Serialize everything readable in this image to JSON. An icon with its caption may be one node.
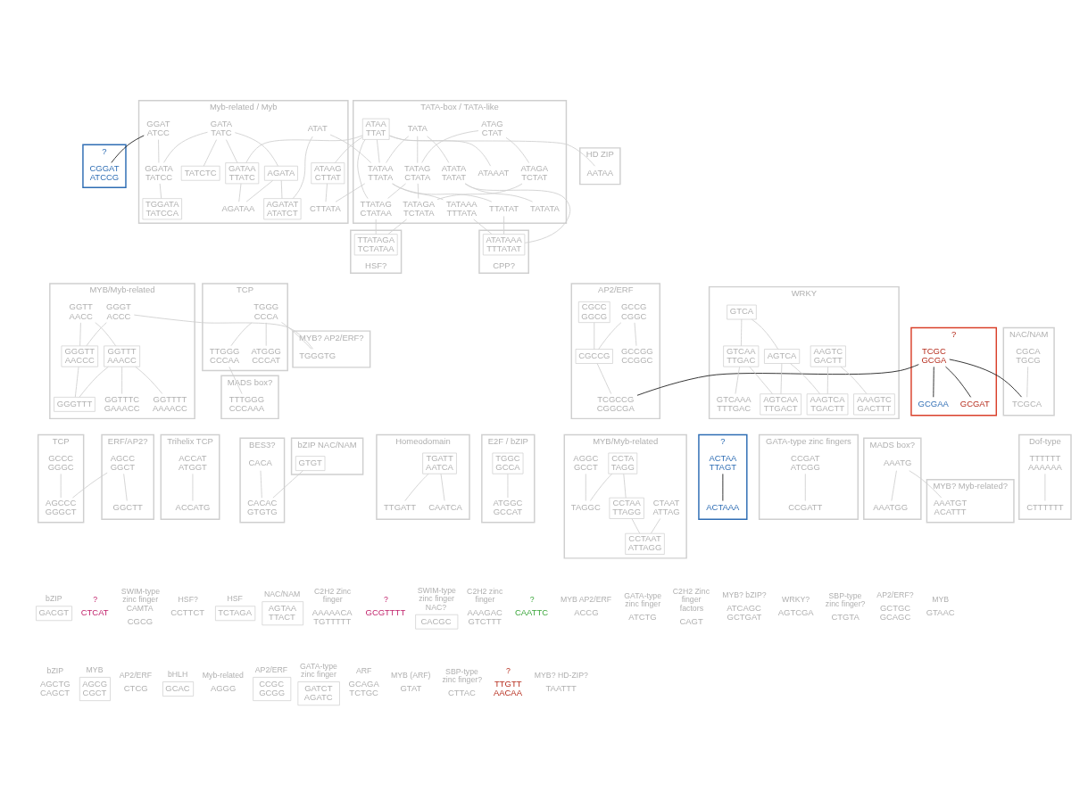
{
  "diagram": {
    "nodes": [
      {
        "text": [
          "?"
        ]
      },
      {
        "text": [
          "CGGAT ATCCG"
        ],
        "in": 0
      },
      {
        "text": [
          "Myb-related / Myb"
        ]
      },
      {
        "text": [
          "GGAT ATCC"
        ],
        "in": 2
      },
      {
        "text": [
          "GATA TATC"
        ],
        "in": 2
      },
      {
        "text": [
          "ATAT"
        ],
        "in": 2
      },
      {
        "text": [
          "GGATA TATCC"
        ],
        "in": 2
      },
      {
        "text": [
          "AGATA"
        ],
        "in": 2
      },
      {
        "text": [
          "GATAA TTATC"
        ],
        "in": 2
      },
      {
        "text": [
          "ATAAG CTTAT"
        ],
        "in": 2
      },
      {
        "text": [
          "TGGATA TATCCA"
        ],
        "in": 2
      },
      {
        "text": [
          "TATCTC"
        ],
        "in": 2
      },
      {
        "text": [
          "AGATAT ATATCT"
        ],
        "in": 2
      },
      {
        "text": [
          "AGATAA"
        ],
        "in": 2
      },
      {
        "text": [
          "CTTATA"
        ],
        "in": 2
      },
      {
        "text": [
          "HD ZIP"
        ]
      },
      {
        "text": [
          "AATAA"
        ],
        "in": 15
      },
      {
        "text": [
          "TATA-box / TATA-like"
        ]
      },
      {
        "text": [
          "ATAAAT"
        ],
        "in": 17
      },
      {
        "text": [
          "ATAA TTAT"
        ],
        "in": 17
      },
      {
        "text": [
          "TATA"
        ],
        "in": 17
      },
      {
        "text": [
          "ATAG CTAT"
        ],
        "in": 17
      },
      {
        "text": [
          "TATAA TTATA"
        ],
        "in": 17
      },
      {
        "text": [
          "ATATA TATAT"
        ],
        "in": 17
      },
      {
        "text": [
          "TATAG CTATA"
        ],
        "in": 17
      },
      {
        "text": [
          "ATAGA TCTAT"
        ],
        "in": 17
      },
      {
        "text": [
          "TTATAT"
        ],
        "in": 17
      },
      {
        "text": [
          "TATAAA TTTATA"
        ],
        "in": 17
      },
      {
        "text": [
          "TATATA"
        ],
        "in": 17
      },
      {
        "text": [
          "TTATAG CTATAA"
        ],
        "in": 17
      },
      {
        "text": [
          "TATAGA TCTATA"
        ],
        "in": 17
      },
      {
        "text": [
          "CPP?"
        ]
      },
      {
        "text": [
          "ATATAAA TTTATAT"
        ],
        "in": 31
      },
      {
        "text": [
          "HSF?"
        ]
      },
      {
        "text": [
          "TTATAGA TCTATAA"
        ],
        "in": 33
      },
      {
        "text": [
          "MYB/Myb-related"
        ]
      },
      {
        "text": [
          "GGTT AACC"
        ],
        "in": 35
      },
      {
        "text": [
          "GGGT ACCC"
        ],
        "in": 35
      },
      {
        "text": [
          "GGTTT AAACC"
        ],
        "in": 35
      },
      {
        "text": [
          "GGGTT AACCC"
        ],
        "in": 35
      },
      {
        "text": [
          "GGTTTT AAAACC"
        ],
        "in": 35
      },
      {
        "text": [
          "GGTTTC GAAACC"
        ],
        "in": 35
      },
      {
        "text": [
          "GGGTTT"
        ],
        "in": 35
      },
      {
        "text": [
          "MYB? AP2/ERF?"
        ]
      },
      {
        "text": [
          "TGGGTG"
        ],
        "in": 43
      },
      {
        "text": [
          "MADS box?"
        ]
      },
      {
        "text": [
          "TTTGGG CCCAAA"
        ],
        "in": 45
      },
      {
        "text": [
          "TCP"
        ]
      },
      {
        "text": [
          "TGGG CCCA"
        ],
        "in": 47
      },
      {
        "text": [
          "TTGGG CCCAA"
        ],
        "in": 47
      },
      {
        "text": [
          "ATGGG CCCAT"
        ],
        "in": 47
      },
      {
        "text": [
          "AP2/ERF"
        ]
      },
      {
        "text": [
          "GCCG CGGC"
        ],
        "in": 51
      },
      {
        "text": [
          "CGCC GGCG"
        ],
        "in": 51
      },
      {
        "text": [
          "CGCCG"
        ],
        "in": 51
      },
      {
        "text": [
          "GCCGG CCGGC"
        ],
        "in": 51
      },
      {
        "text": [
          "TCGCCG CGGCGA"
        ],
        "in": 51
      },
      {
        "text": [
          "?"
        ]
      },
      {
        "text": [
          "TCGC GCGA"
        ],
        "in": 57
      },
      {
        "text": [
          "GCGAT"
        ],
        "in": 57
      },
      {
        "text": [
          "GCGAA"
        ],
        "in": 57
      },
      {
        "text": [
          "NAC/NAM"
        ]
      },
      {
        "text": [
          "CGCA TGCG"
        ],
        "in": 61
      },
      {
        "text": [
          "TCGCA"
        ],
        "in": 61
      },
      {
        "text": [
          "WRKY"
        ]
      },
      {
        "text": [
          "GTCA"
        ],
        "in": 64
      },
      {
        "text": [
          "GTCAA TTGAC"
        ],
        "in": 64
      },
      {
        "text": [
          "AGTCA"
        ],
        "in": 64
      },
      {
        "text": [
          "AAGTC GACTT"
        ],
        "in": 64
      },
      {
        "text": [
          "GTCAAA TTTGAC"
        ],
        "in": 64
      },
      {
        "text": [
          "AGTCAA TTGACT"
        ],
        "in": 64
      },
      {
        "text": [
          "AAGTCA TGACTT"
        ],
        "in": 64
      },
      {
        "text": [
          "AAAGTC GACTTT"
        ],
        "in": 64
      },
      {
        "text": [
          "TCP"
        ]
      },
      {
        "text": [
          "GCCC GGGC"
        ],
        "in": 73
      },
      {
        "text": [
          "AGCCC GGGCT"
        ],
        "in": 73
      },
      {
        "text": [
          "ERF/AP2?"
        ]
      },
      {
        "text": [
          "AGCC GGCT"
        ],
        "in": 76
      },
      {
        "text": [
          "GGCTT"
        ],
        "in": 76
      },
      {
        "text": [
          "Trihelix TCP"
        ]
      },
      {
        "text": [
          "ACCAT ATGGT"
        ],
        "in": 79
      },
      {
        "text": [
          "ACCATG"
        ],
        "in": 79
      },
      {
        "text": [
          "BES3?"
        ]
      },
      {
        "text": [
          "CACA"
        ],
        "in": 82
      },
      {
        "text": [
          "CACAC GTGTG"
        ],
        "in": 82
      },
      {
        "text": [
          "bZIP NAC/NAM"
        ]
      },
      {
        "text": [
          "GTGT"
        ],
        "in": 85
      },
      {
        "text": [
          "Homeodomain"
        ]
      },
      {
        "text": [
          "TGATT AATCA"
        ],
        "in": 87
      },
      {
        "text": [
          "TTGATT"
        ],
        "in": 87
      },
      {
        "text": [
          "CAATCA"
        ],
        "in": 87
      },
      {
        "text": [
          "E2F / bZIP"
        ]
      },
      {
        "text": [
          "TGGC GCCA"
        ],
        "in": 91
      },
      {
        "text": [
          "ATGGC GCCAT"
        ],
        "in": 91
      },
      {
        "text": [
          "MYB/Myb-related"
        ]
      },
      {
        "text": [
          "AGGC GCCT"
        ],
        "in": 94
      },
      {
        "text": [
          "CCTA TAGG"
        ],
        "in": 94
      },
      {
        "text": [
          "CTAAT ATTAG"
        ],
        "in": 94
      },
      {
        "text": [
          "CCTAA TTAGG"
        ],
        "in": 94
      },
      {
        "text": [
          "TAGGC"
        ],
        "in": 94
      },
      {
        "text": [
          "CCTAAT ATTAGG"
        ],
        "in": 94
      },
      {
        "text": [
          "?"
        ]
      },
      {
        "text": [
          "ACTAA TTAGT"
        ],
        "in": 101
      },
      {
        "text": [
          "ACTAAA"
        ],
        "in": 101
      },
      {
        "text": [
          "GATA-type zinc fingers"
        ]
      },
      {
        "text": [
          "CCGAT ATCGG"
        ],
        "in": 104
      },
      {
        "text": [
          "CCGATT"
        ],
        "in": 104
      },
      {
        "text": [
          "MADS box?"
        ]
      },
      {
        "text": [
          "AAATG"
        ],
        "in": 107
      },
      {
        "text": [
          "AAATGG"
        ],
        "in": 107
      },
      {
        "text": [
          "MYB? Myb-related?"
        ]
      },
      {
        "text": [
          "AAATGT ACATTT"
        ],
        "in": 110
      },
      {
        "text": [
          "Dof-type"
        ]
      },
      {
        "text": [
          "TTTTTT AAAAAA"
        ],
        "in": 112
      },
      {
        "text": [
          "CTTTTTT"
        ],
        "in": 112
      },
      {
        "text": [
          "GACGT"
        ],
        "beside": [
          "bZIP"
        ]
      },
      {
        "text": [
          "CTCAT"
        ],
        "beside": [
          "?"
        ]
      },
      {
        "text": [
          "CGCG"
        ],
        "beside": [
          "SWIM-type zinc finger CAMTA"
        ]
      },
      {
        "text": [
          "CCTTCT"
        ],
        "beside": [
          "HSF?"
        ]
      },
      {
        "text": [
          "TCTAGA"
        ],
        "beside": [
          "HSF"
        ]
      },
      {
        "text": [
          "AGTAA TTACT"
        ],
        "beside": [
          "NAC/NAM"
        ]
      },
      {
        "text": [
          "AAAAACA TGTTTTT"
        ],
        "beside": [
          "C2H2 Zinc finger"
        ]
      },
      {
        "text": [
          "GCGTTTT"
        ],
        "beside": [
          "?"
        ]
      },
      {
        "text": [
          "CACGC"
        ],
        "beside": [
          "SWIM-type zinc finger NAC?"
        ]
      },
      {
        "text": [
          "AAAGAC GTCTTT"
        ],
        "beside": [
          "C2H2 zinc finger"
        ]
      },
      {
        "text": [
          "CAATTC"
        ],
        "beside": [
          "?"
        ]
      },
      {
        "text": [
          "ACCG"
        ],
        "beside": [
          "MYB AP2/ERF"
        ]
      },
      {
        "text": [
          "ATCTG"
        ],
        "beside": [
          "GATA-type zinc finger"
        ]
      },
      {
        "text": [
          "CAGT"
        ],
        "beside": [
          "C2H2 Zinc finger factors"
        ]
      },
      {
        "text": [
          "ATCAGC GCTGAT"
        ],
        "beside": [
          "MYB? bZIP?"
        ]
      },
      {
        "text": [
          "AGTCGA"
        ],
        "beside": [
          "WRKY?"
        ]
      },
      {
        "text": [
          "CTGTA"
        ],
        "beside": [
          "SBP-type zinc finger?"
        ]
      },
      {
        "text": [
          "GCTGC GCAGC"
        ],
        "beside": [
          "AP2/ERF?"
        ]
      },
      {
        "text": [
          "GTAAC"
        ],
        "beside": [
          "MYB"
        ]
      },
      {
        "text": [
          "AGCTG CAGCT"
        ],
        "beside": [
          "bZIP"
        ]
      },
      {
        "text": [
          "AGCG CGCT"
        ],
        "beside": [
          "MYB"
        ]
      },
      {
        "text": [
          "CTCG"
        ],
        "beside": [
          "AP2/ERF"
        ]
      },
      {
        "text": [
          "GCAC"
        ],
        "beside": [
          "bHLH"
        ]
      },
      {
        "text": [
          "AGGG"
        ],
        "beside": [
          "Myb-related"
        ]
      },
      {
        "text": [
          "CCGC GCGG"
        ],
        "beside": [
          "AP2/ERF"
        ]
      },
      {
        "text": [
          "GATCT AGATC"
        ],
        "beside": [
          "GATA-type zinc finger"
        ]
      },
      {
        "text": [
          "GCAGA TCTGC"
        ],
        "beside": [
          "ARF"
        ]
      },
      {
        "text": [
          "GTAT"
        ],
        "beside": [
          "MYB (ARF)"
        ]
      },
      {
        "text": [
          "CTTAC"
        ],
        "beside": [
          "SBP-type zinc finger?"
        ]
      },
      {
        "text": [
          "TTGTT AACAA"
        ],
        "beside": [
          "?"
        ]
      },
      {
        "text": [
          "TAATTT"
        ],
        "beside": [
          "MYB? HD-ZIP?"
        ]
      }
    ],
    "edges": [
      {
        "from": 3,
        "to": 1,
        "arrow": "none",
        "color": "#1a1a1a"
      },
      {
        "from": 3,
        "to": 6,
        "arrow": "none"
      },
      {
        "from": 4,
        "to": 6,
        "arrow": "none"
      },
      {
        "from": 4,
        "to": 11,
        "arrow": "none"
      },
      {
        "from": 4,
        "to": 7,
        "arrow": "none"
      },
      {
        "from": 4,
        "to": 8,
        "arrow": "none"
      },
      {
        "from": 6,
        "to": 10,
        "arrow": "none"
      },
      {
        "from": 7,
        "to": 12,
        "arrow": "none"
      },
      {
        "from": 7,
        "to": 13,
        "arrow": "none"
      },
      {
        "from": 8,
        "to": 13,
        "arrow": "none"
      },
      {
        "from": 9,
        "to": 14,
        "arrow": "none"
      },
      {
        "from": 5,
        "to": 12,
        "arrow": "none"
      },
      {
        "from": 5,
        "to": 22,
        "arrow": "none"
      },
      {
        "from": 19,
        "to": 8,
        "arrow": "none"
      },
      {
        "from": 19,
        "to": 9,
        "arrow": "none"
      },
      {
        "from": 19,
        "to": 16,
        "arrow": "none"
      },
      {
        "from": 19,
        "to": 18,
        "arrow": "none"
      },
      {
        "from": 19,
        "to": 22,
        "arrow": "none"
      },
      {
        "from": 19,
        "to": 29,
        "arrow": "none"
      },
      {
        "from": 20,
        "to": 22,
        "arrow": "none"
      },
      {
        "from": 20,
        "to": 23,
        "arrow": "none"
      },
      {
        "from": 20,
        "to": 24,
        "arrow": "none"
      },
      {
        "from": 21,
        "to": 24,
        "arrow": "none"
      },
      {
        "from": 21,
        "to": 25,
        "arrow": "none"
      },
      {
        "from": 22,
        "to": 26,
        "arrow": "none"
      },
      {
        "from": 22,
        "to": 27,
        "arrow": "none"
      },
      {
        "from": 22,
        "to": 14,
        "arrow": "none"
      },
      {
        "from": 23,
        "to": 28,
        "arrow": "none"
      },
      {
        "from": 23,
        "to": 32,
        "arrow": "none"
      },
      {
        "from": 24,
        "to": 29,
        "arrow": "none"
      },
      {
        "from": 24,
        "to": 30,
        "arrow": "none"
      },
      {
        "from": 25,
        "to": 30,
        "arrow": "none"
      },
      {
        "from": 26,
        "to": 32,
        "arrow": "none"
      },
      {
        "from": 27,
        "to": 32,
        "arrow": "none"
      },
      {
        "from": 29,
        "to": 34,
        "arrow": "none"
      },
      {
        "from": 30,
        "to": 34,
        "arrow": "none"
      },
      {
        "from": 36,
        "to": 38,
        "arrow": "none"
      },
      {
        "from": 36,
        "to": 39,
        "arrow": "none"
      },
      {
        "from": 37,
        "to": 39,
        "arrow": "none"
      },
      {
        "from": 37,
        "to": 44,
        "arrow": "none"
      },
      {
        "from": 38,
        "to": 40,
        "arrow": "none"
      },
      {
        "from": 38,
        "to": 41,
        "arrow": "none"
      },
      {
        "from": 38,
        "to": 42,
        "arrow": "none"
      },
      {
        "from": 39,
        "to": 42,
        "arrow": "none"
      },
      {
        "from": 48,
        "to": 44,
        "arrow": "none"
      },
      {
        "from": 48,
        "to": 49,
        "arrow": "none"
      },
      {
        "from": 48,
        "to": 50,
        "arrow": "none"
      },
      {
        "from": 49,
        "to": 46,
        "arrow": "none"
      },
      {
        "from": 52,
        "to": 55,
        "arrow": "none"
      },
      {
        "from": 52,
        "to": 54,
        "arrow": "none"
      },
      {
        "from": 53,
        "to": 54,
        "arrow": "none"
      },
      {
        "from": 54,
        "to": 56,
        "arrow": "none"
      },
      {
        "from": 58,
        "to": 56,
        "arrow": "none",
        "color": "#1a1a1a"
      },
      {
        "from": 58,
        "to": 59,
        "arrow": "none",
        "color": "#1a1a1a"
      },
      {
        "from": 58,
        "to": 60,
        "arrow": "none",
        "color": "#1a1a1a"
      },
      {
        "from": 58,
        "to": 63,
        "arrow": "none",
        "color": "#1a1a1a"
      },
      {
        "from": 62,
        "to": 63,
        "arrow": "none"
      },
      {
        "from": 65,
        "to": 66,
        "arrow": "none"
      },
      {
        "from": 65,
        "to": 67,
        "arrow": "none"
      },
      {
        "from": 66,
        "to": 69,
        "arrow": "none"
      },
      {
        "from": 66,
        "to": 70,
        "arrow": "none"
      },
      {
        "from": 67,
        "to": 70,
        "arrow": "none"
      },
      {
        "from": 67,
        "to": 71,
        "arrow": "none"
      },
      {
        "from": 68,
        "to": 71,
        "arrow": "none"
      },
      {
        "from": 68,
        "to": 72,
        "arrow": "none"
      },
      {
        "from": 74,
        "to": 75,
        "arrow": "none"
      },
      {
        "from": 77,
        "to": 75,
        "arrow": "none"
      },
      {
        "from": 77,
        "to": 78,
        "arrow": "none"
      },
      {
        "from": 80,
        "to": 81,
        "arrow": "none"
      },
      {
        "from": 83,
        "to": 84,
        "arrow": "none"
      },
      {
        "from": 86,
        "to": 84,
        "arrow": "none"
      },
      {
        "from": 88,
        "to": 89,
        "arrow": "none"
      },
      {
        "from": 88,
        "to": 90,
        "arrow": "none"
      },
      {
        "from": 92,
        "to": 93,
        "arrow": "none"
      },
      {
        "from": 95,
        "to": 99,
        "arrow": "none"
      },
      {
        "from": 96,
        "to": 99,
        "arrow": "none"
      },
      {
        "from": 96,
        "to": 98,
        "arrow": "none"
      },
      {
        "from": 98,
        "to": 100,
        "arrow": "none"
      },
      {
        "from": 97,
        "to": 100,
        "arrow": "none"
      },
      {
        "from": 102,
        "to": 103,
        "arrow": "none",
        "color": "#1a1a1a"
      },
      {
        "from": 105,
        "to": 106,
        "arrow": "none"
      },
      {
        "from": 108,
        "to": 109,
        "arrow": "none"
      },
      {
        "from": 108,
        "to": 111,
        "arrow": "none"
      },
      {
        "from": 113,
        "to": 114,
        "arrow": "none"
      }
    ]
  }
}
